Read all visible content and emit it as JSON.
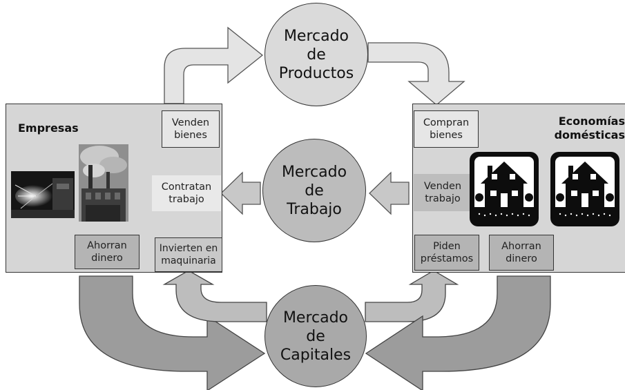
{
  "markets": {
    "products": "Mercado\nde\nProductos",
    "labor": "Mercado\nde\nTrabajo",
    "capital": "Mercado\nde\nCapitales"
  },
  "firms": {
    "title": "Empresas",
    "sell_goods": "Venden\nbienes",
    "hire_labor": "Contratan\ntrabajo",
    "save_money": "Ahorran\ndinero",
    "invest_machinery": "Invierten en\nmaquinaria"
  },
  "households": {
    "title": "Economías\ndomésticas",
    "buy_goods": "Compran\nbienes",
    "sell_labor": "Venden\ntrabajo",
    "borrow": "Piden\npréstamos",
    "save_money": "Ahorran\ndinero"
  },
  "colors": {
    "panel": "#d6d6d6",
    "circle_light": "#dadada",
    "circle_mid": "#bcbcbc",
    "circle_dark": "#a9a9a9",
    "arrow_light": "#e4e4e4",
    "arrow_mid": "#bdbdbd",
    "arrow_dark": "#9c9c9c",
    "label_dark": "#b4b4b4"
  },
  "icons": [
    "factory-photo",
    "welding-sparks-photo",
    "house-icon",
    "house-icon"
  ]
}
